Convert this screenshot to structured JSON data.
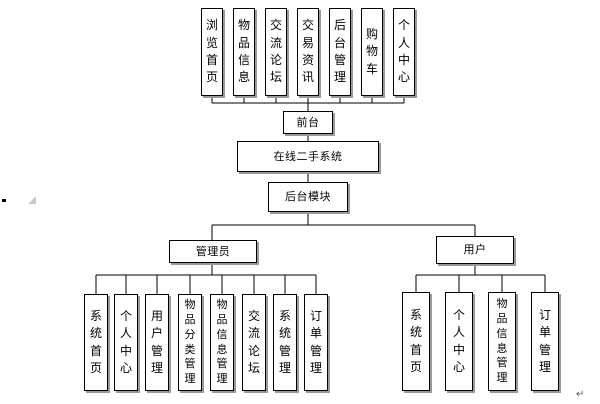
{
  "diagram": {
    "front_modules": [
      "浏览首页",
      "物品信息",
      "交流论坛",
      "交易资讯",
      "后台管理",
      "购物车",
      "个人中心"
    ],
    "front_label": "前台",
    "system_title": "在线二手系统",
    "backend_label": "后台模块",
    "admin_label": "管理员",
    "user_label": "用户",
    "admin_modules": [
      "系统首页",
      "个人中心",
      "用户管理",
      "物品分类管理",
      "物品信息管理",
      "交流论坛",
      "系统管理",
      "订单管理"
    ],
    "user_modules": [
      "系统首页",
      "个人中心",
      "物品信息管理",
      "订单管理"
    ]
  },
  "colors": {
    "line": "#000000",
    "shadow": "#9a9a9a",
    "background": "#ffffff"
  }
}
